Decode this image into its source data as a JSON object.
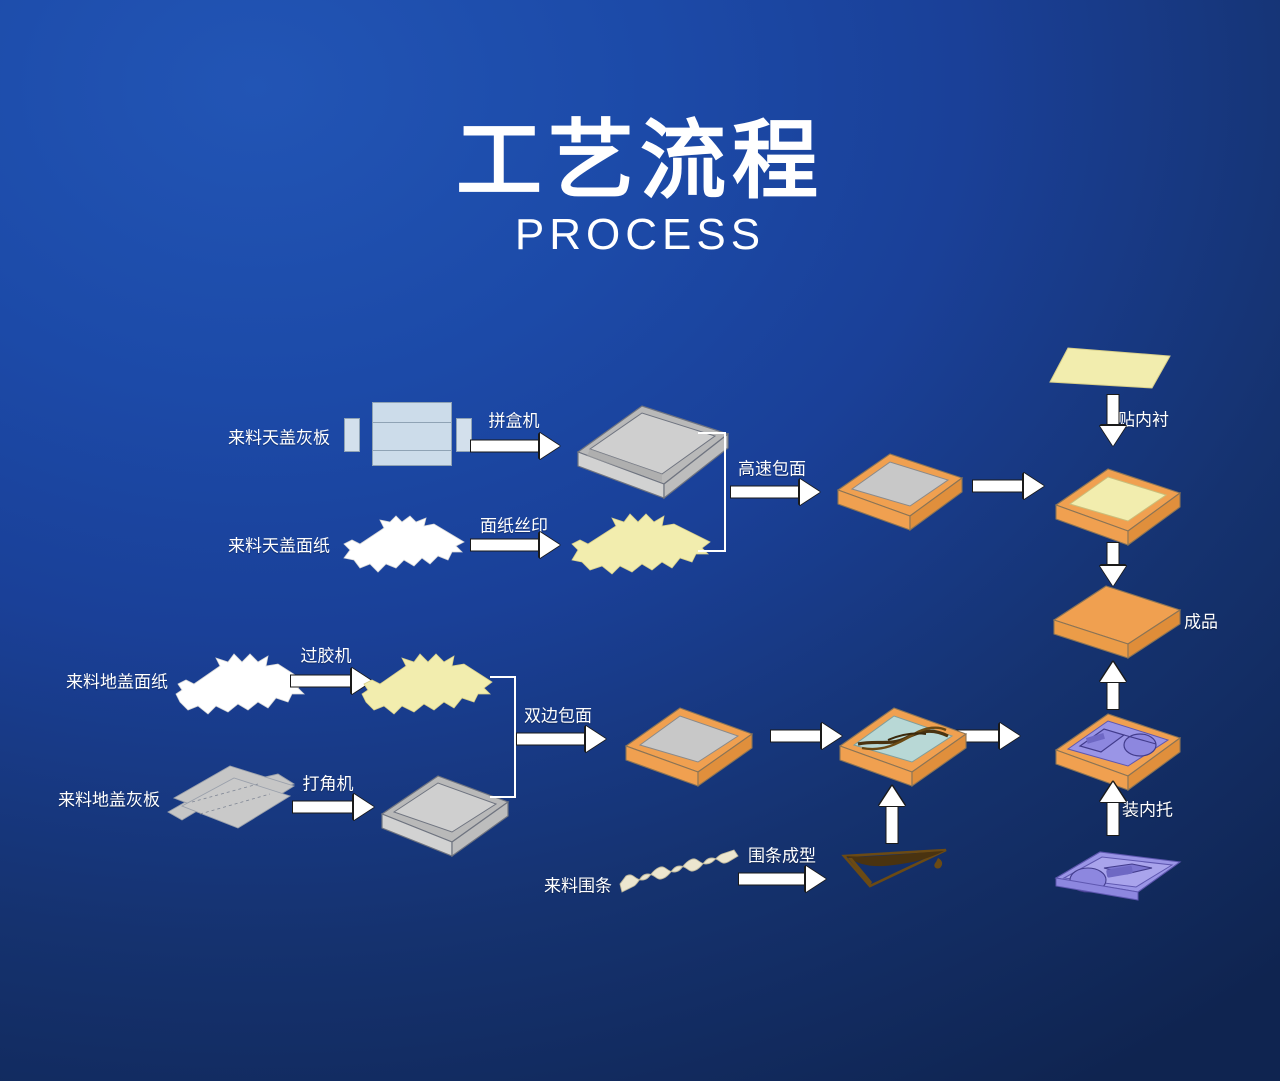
{
  "title": {
    "cn": "工艺流程",
    "en": "PROCESS"
  },
  "colors": {
    "background_top": "#1c4aa8",
    "background_bottom": "#0f2450",
    "arrow": "#ffffff",
    "box_orange": "#f0a050",
    "board_grey": "#c6c6c6",
    "paper_yellow": "#f2edae",
    "paper_white": "#ffffff",
    "tray_purple": "#9a95e6",
    "strip_brown": "#6b4a14",
    "label_text": "#ffffff"
  },
  "inputs": [
    {
      "id": "top-cover-greyboard",
      "label": "来料天盖灰板"
    },
    {
      "id": "top-cover-facepaper",
      "label": "来料天盖面纸"
    },
    {
      "id": "base-cover-facepaper",
      "label": "来料地盖面纸"
    },
    {
      "id": "base-cover-greyboard",
      "label": "来料地盖灰板"
    },
    {
      "id": "surrounding-strip",
      "label": "来料围条"
    }
  ],
  "steps": [
    {
      "id": "box-assembly-machine",
      "label": "拼盒机",
      "direction": "right"
    },
    {
      "id": "facepaper-silkscreen",
      "label": "面纸丝印",
      "direction": "right"
    },
    {
      "id": "high-speed-wrapping",
      "label": "高速包面",
      "direction": "right"
    },
    {
      "id": "glue-machine",
      "label": "过胶机",
      "direction": "right"
    },
    {
      "id": "corner-machine",
      "label": "打角机",
      "direction": "right"
    },
    {
      "id": "double-edge-wrapping",
      "label": "双边包面",
      "direction": "right"
    },
    {
      "id": "strip-forming",
      "label": "围条成型",
      "direction": "right"
    },
    {
      "id": "attach-inner-lining",
      "label": "贴内衬",
      "direction": "down"
    },
    {
      "id": "install-inner-tray",
      "label": "装内托",
      "direction": "up"
    }
  ],
  "outputs": [
    {
      "id": "finished-product",
      "label": "成品"
    }
  ],
  "unlabeled_arrows": [
    {
      "id": "arrow-top-wrap-to-lining",
      "direction": "right"
    },
    {
      "id": "arrow-base-to-strip-insert",
      "direction": "right"
    },
    {
      "id": "arrow-strip-insert-to-tray",
      "direction": "right"
    },
    {
      "id": "arrow-strip-forming-up",
      "direction": "up"
    },
    {
      "id": "arrow-lining-to-finished",
      "direction": "down"
    },
    {
      "id": "arrow-tray-to-finished",
      "direction": "up"
    }
  ]
}
